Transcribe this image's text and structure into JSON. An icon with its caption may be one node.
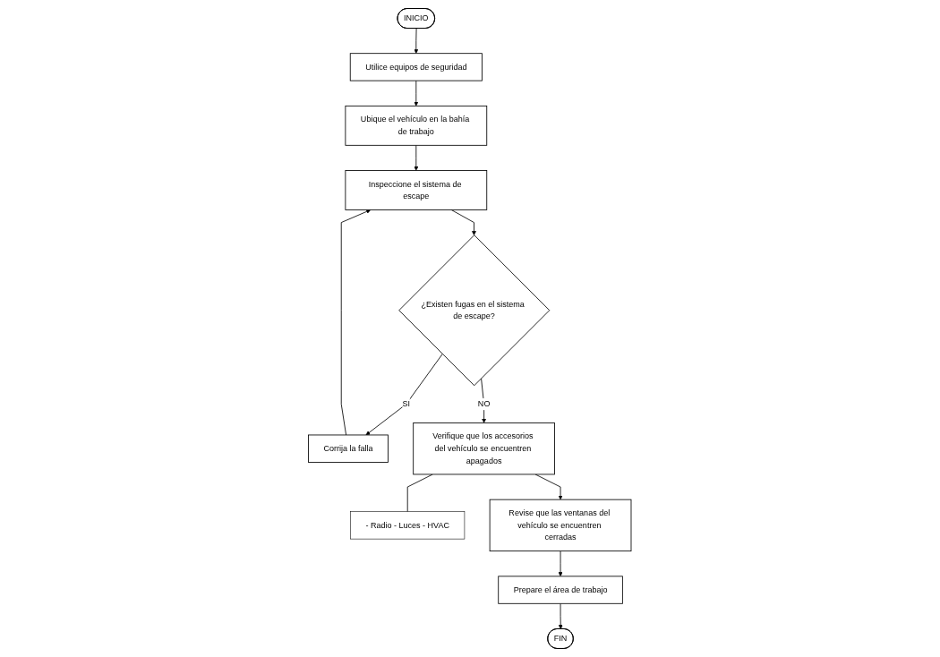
{
  "diagram": {
    "nodes": [
      {
        "text": [
          "INICIO"
        ]
      },
      {
        "text": [
          "Utilice equipos de seguridad"
        ]
      },
      {
        "text": [
          "Ubique el vehículo en la bahía de trabajo"
        ]
      },
      {
        "text": [
          "Inspeccione el sistema de escape"
        ]
      },
      {
        "text": [
          "¿Existen fugas en el sistema de escape?"
        ]
      },
      {
        "text": [
          "Corrija la falla"
        ]
      },
      {
        "text": [
          "Verifique que los accesorios del vehículo se encuentren apagados"
        ]
      },
      {
        "text": [
          "- Radio - Luces - HVAC"
        ]
      },
      {
        "text": [
          "Revise que las ventanas del vehículo se encuentren cerradas"
        ]
      },
      {
        "text": [
          "Prepare el área de trabajo"
        ]
      },
      {
        "text": [
          "FIN"
        ]
      }
    ],
    "edges": [
      {
        "from": 0,
        "to": 1,
        "arrow": "to"
      },
      {
        "from": 1,
        "to": 2,
        "arrow": "to"
      },
      {
        "from": 2,
        "to": 3,
        "arrow": "to"
      },
      {
        "from": 3,
        "to": 4,
        "arrow": "to"
      },
      {
        "from": 4,
        "to": 5,
        "arrow": "to",
        "label": "SI"
      },
      {
        "from": 4,
        "to": 6,
        "arrow": "to",
        "label": "NO"
      },
      {
        "from": 5,
        "to": 3,
        "arrow": "to"
      },
      {
        "from": 6,
        "to": 7,
        "arrow": "none"
      },
      {
        "from": 6,
        "to": 8,
        "arrow": "to"
      },
      {
        "from": 8,
        "to": 9,
        "arrow": "to"
      },
      {
        "from": 9,
        "to": 10,
        "arrow": "to"
      }
    ]
  }
}
